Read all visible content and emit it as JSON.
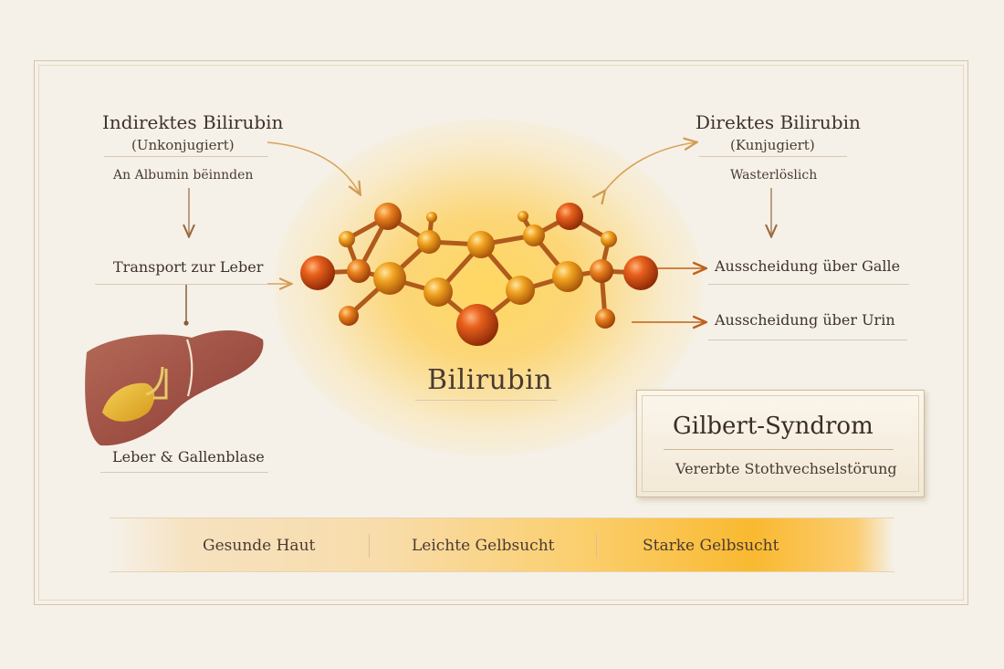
{
  "left": {
    "title": "Indirektes Bilirubin",
    "subtitle": "(Unkonjugiert)",
    "note": "An Albumin bëinnden",
    "transport": "Transport zur Leber",
    "liver_label": "Leber & Gallenblase"
  },
  "center": {
    "label": "Bilirubin"
  },
  "right": {
    "title": "Direktes Bilirubin",
    "subtitle": "(Kunjugiert)",
    "note": "Wasterlöslich",
    "excretion_bile": "Ausscheidung über Galle",
    "excretion_urine": "Ausscheidung über Urin"
  },
  "syndrome": {
    "title": "Gilbert-Syndrom",
    "subtitle": "Vererbte Stothvechselstörung"
  },
  "scale": {
    "items": [
      "Gesunde Haut",
      "Leichte Gelbsucht",
      "Starke Gelbsucht"
    ]
  },
  "colors": {
    "background": "#f5f1e9",
    "arrow": "#d9a35a",
    "atom_dark": "#c8400e",
    "atom_light": "#f0a020",
    "bond": "#b05a1c",
    "liver": "#a8584a",
    "gallbladder": "#e9b530"
  }
}
